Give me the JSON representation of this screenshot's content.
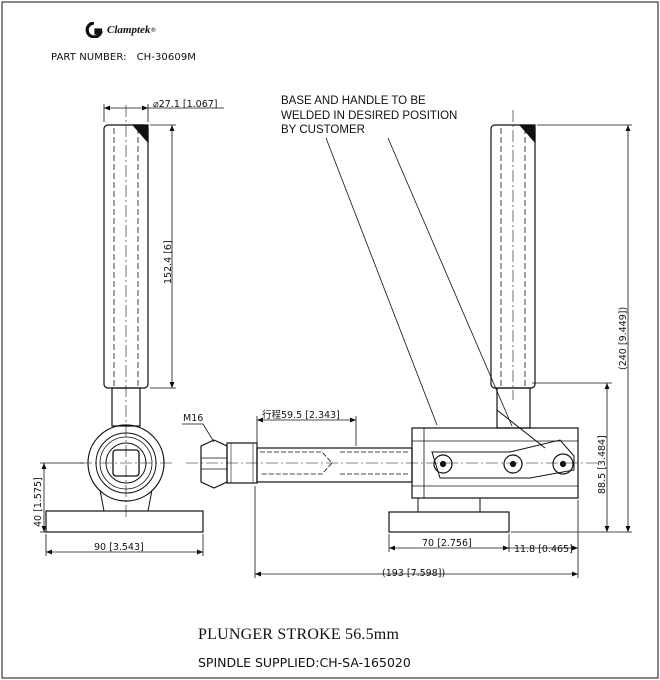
{
  "header": {
    "brand": "Clamptek",
    "brand_mark": "®",
    "part_number_label": "PART NUMBER:",
    "part_number_value": "CH-30609M"
  },
  "note": {
    "line1": "BASE AND HANDLE TO BE",
    "line2": "WELDED IN DESIRED POSITION",
    "line3": "BY CUSTOMER"
  },
  "dimensions": {
    "handle_diameter": "⌀27.1 [1.067]",
    "handle_length": "152.4 [6]",
    "thread": "M16",
    "stroke_label": "行程59.5 [2.343]",
    "side_height": "40 [1.575]",
    "side_base_width": "90 [3.543]",
    "base_width": "70 [2.756]",
    "end_offset": "11.8 [0.465]",
    "overall_length": "(193 [7.598])",
    "body_height": "88.5 [3.484]",
    "overall_height": "(240 [9.449])"
  },
  "footer": {
    "plunger_stroke": "PLUNGER STROKE 56.5mm",
    "spindle_supplied": "SPINDLE SUPPLIED:CH-SA-165020"
  },
  "colors": {
    "line": "#111111",
    "background": "#ffffff"
  }
}
